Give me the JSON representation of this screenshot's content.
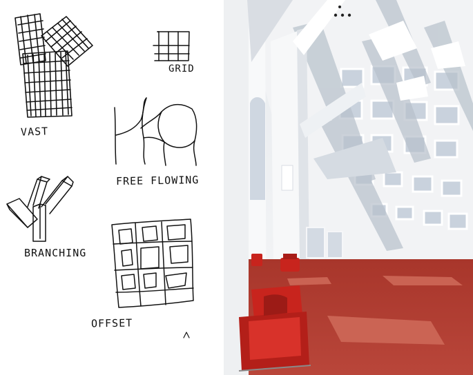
{
  "sketches": {
    "vast_label": "VAST",
    "grid_label": "GRID",
    "free_flowing_label": "FREE FLOWING",
    "branching_label": "BRANCHING",
    "offset_label": "OFFSET"
  },
  "colors": {
    "ink": "#111111",
    "carpet_red": "#b53a2d",
    "chair_red": "#c8241d",
    "wall_white": "#f3f4f6",
    "shadow_blue": "#aeb7c3"
  }
}
